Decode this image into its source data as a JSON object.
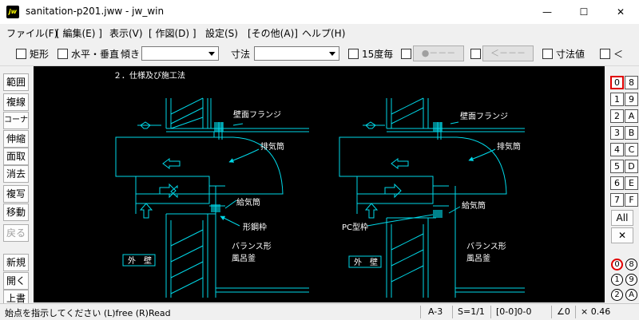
{
  "window": {
    "app_icon_text": "jw",
    "title": "sanitation-p201.jww - jw_win",
    "minimize_glyph": "—",
    "maximize_glyph": "☐",
    "close_glyph": "✕"
  },
  "menu": [
    "ファイル(F)",
    "[ 編集(E) ]",
    "表示(V)",
    "[ 作図(D) ]",
    "設定(S)",
    "[その他(A)]",
    "ヘルプ(H)"
  ],
  "toolbar": {
    "rectangle_label": "矩形",
    "hv_label": "水平・垂直",
    "tilt_label": "傾き",
    "tilt_value": "",
    "dimension_label": "寸法",
    "dimension_value": "",
    "angle15_label": "15度毎",
    "btn_dot": "●－－－",
    "btn_arrow": "＜－－－",
    "dimval_label": "寸法値",
    "lt_label": "＜"
  },
  "left_tools": [
    "範囲",
    "複線",
    "コーナー",
    "伸縮",
    "面取",
    "消去",
    "複写",
    "移動",
    "戻る",
    "新規",
    "開く",
    "上書"
  ],
  "right_panel": {
    "layers_left": [
      "0",
      "1",
      "2",
      "3",
      "4",
      "5",
      "6",
      "7"
    ],
    "layers_right": [
      "8",
      "9",
      "A",
      "B",
      "C",
      "D",
      "E",
      "F"
    ],
    "all_label": "All",
    "x_label": "✕",
    "groups_left": [
      "0",
      "1",
      "2"
    ],
    "groups_right": [
      "8",
      "9",
      "A"
    ]
  },
  "drawing": {
    "heading": "２．仕様及び施工法",
    "left_flange": "壁面フランジ",
    "left_exhaust": "排気筒",
    "left_supply": "給気筒",
    "left_steel_frame": "形鋼枠",
    "left_balance": "バランス形",
    "left_bath": "風呂釜",
    "left_wall": "外　壁",
    "right_flange": "壁面フランジ",
    "right_exhaust": "排気筒",
    "right_supply": "給気筒",
    "right_pc_frame": "PC型枠",
    "right_balance": "バランス形",
    "right_bath": "風呂釜",
    "right_wall": "外　壁"
  },
  "status": {
    "message": "始点を指示してください (L)free (R)Read",
    "paper": "A-3",
    "scale": "S=1/1",
    "layer": "[0-0]0-0",
    "angle": "∠0",
    "zoom": "× 0.46"
  }
}
